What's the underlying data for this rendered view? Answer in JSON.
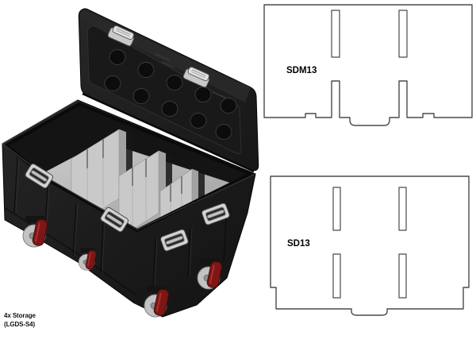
{
  "caption": {
    "line1": "4x Storage",
    "line2": "(LGDS-S4)"
  },
  "panels": [
    {
      "label": "SDM13"
    },
    {
      "label": "SD13"
    }
  ],
  "illustration": {
    "name": "storage-trunk-with-dividers",
    "compartments": 4,
    "dividers_visible": 3,
    "lid_latches": 2,
    "side_handles": 4,
    "casters": 4
  },
  "colors": {
    "background": "#ffffff",
    "case_black": "#1d1d1d",
    "case_shadow": "#101010",
    "divider_gray": "#c9c9c9",
    "floor_gray": "#b3b3b3",
    "handle_silver": "#d4d4d4",
    "caster_red": "#7e1616",
    "wheel_gray": "#c3c3c3",
    "panel_outline": "#4a4a4a",
    "label_color": "#000000"
  }
}
